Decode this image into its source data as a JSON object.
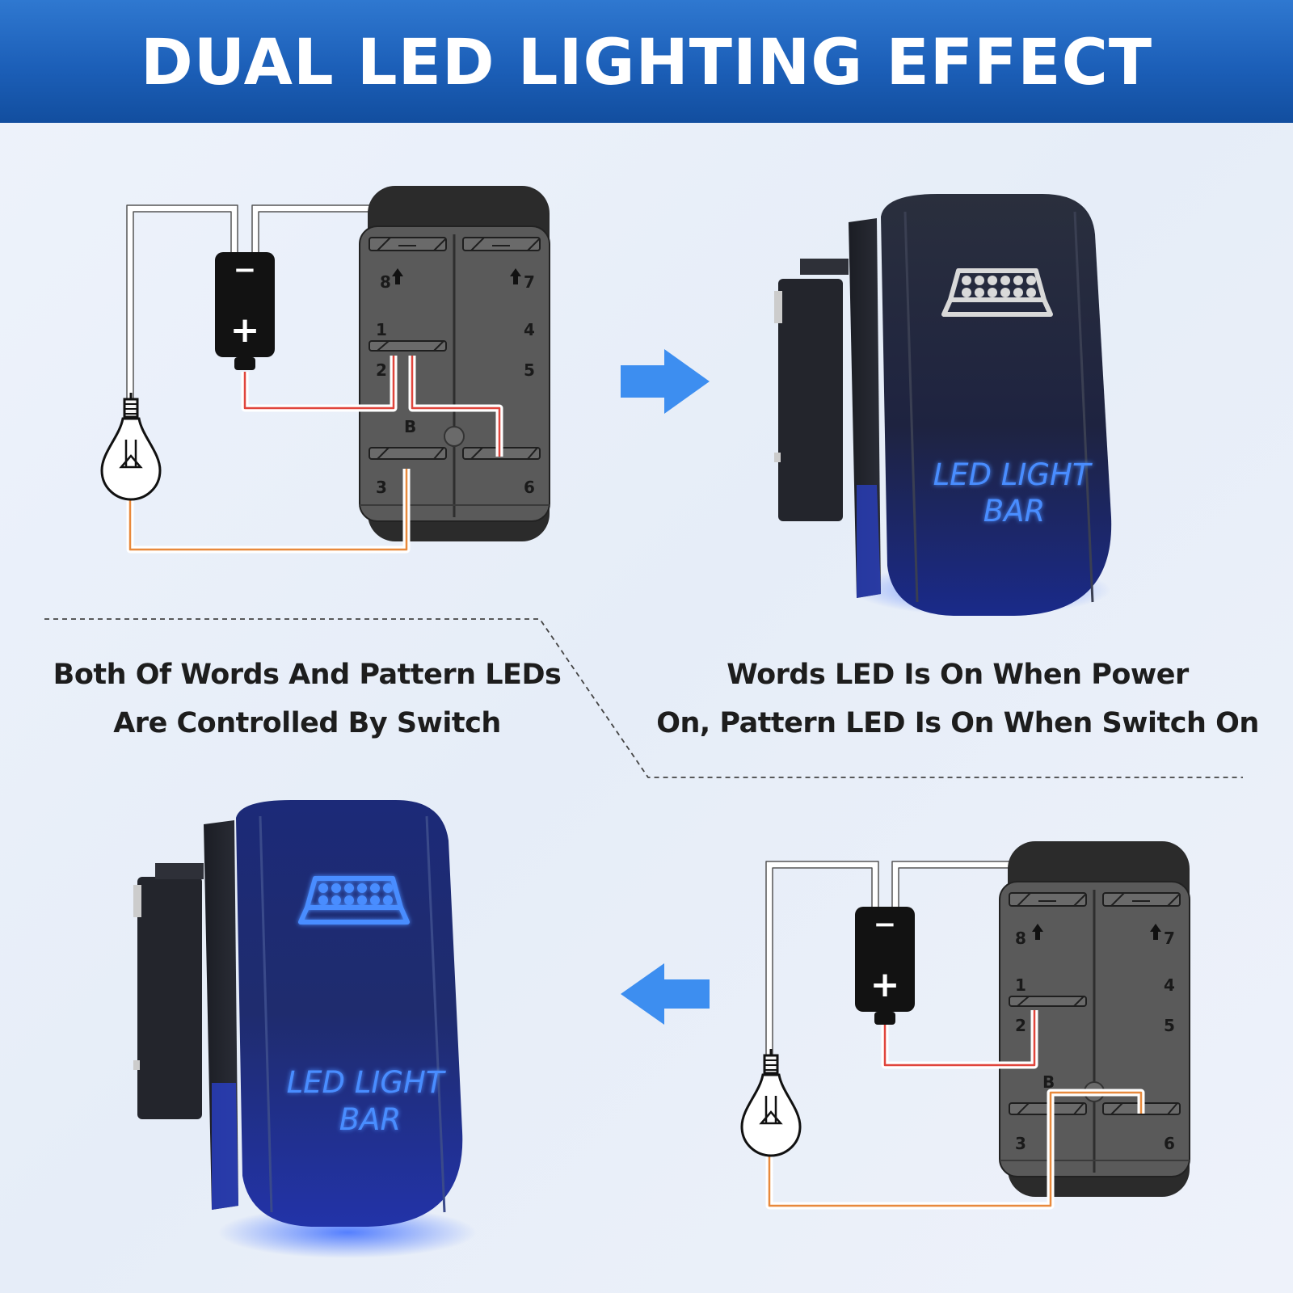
{
  "banner": {
    "title": "DUAL LED LIGHTING EFFECT",
    "color": "#1c5fb8"
  },
  "captions": {
    "left_line1": "Both Of Words And Pattern LEDs",
    "left_line2": "Are Controlled By Switch",
    "right_line1": "Words LED Is On When Power",
    "right_line2": "On, Pattern LED Is On When Switch On"
  },
  "pin_labels": [
    "8",
    "7",
    "1",
    "4",
    "2",
    "5",
    "B",
    "3",
    "6"
  ],
  "battery": {
    "minus": "−",
    "plus": "+"
  },
  "switch_label": {
    "line1": "LED LIGHT",
    "line2": "BAR"
  },
  "colors": {
    "led_blue": "#3a86ff",
    "arrow_blue": "#3d8ef0",
    "wire_red": "#e0453c",
    "wire_orange": "#e8893c",
    "switch_body": "#555555"
  },
  "icons": [
    "light-bar-icon",
    "light-bulb-icon",
    "battery-icon",
    "arrow-right-icon",
    "arrow-left-icon"
  ]
}
